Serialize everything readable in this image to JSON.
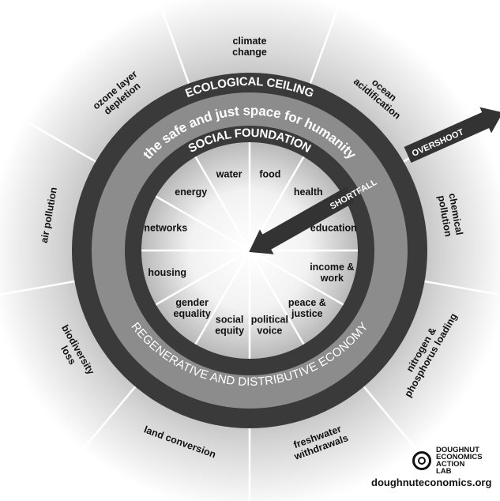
{
  "ecological_ceiling": "ECOLOGICAL CEILING",
  "safe_space": "the safe and just space for humanity",
  "social_foundation": "SOCIAL FOUNDATION",
  "economy": "REGENERATIVE AND DISTRIBUTIVE ECONOMY",
  "overshoot": "OVERSHOOT",
  "shortfall": "SHORTFALL",
  "ecological_boundaries": [
    [
      "climate",
      "change"
    ],
    [
      "ocean",
      "acidification"
    ],
    [
      "chemical",
      "pollution"
    ],
    [
      "nitrogen &",
      "phosphorus loading"
    ],
    [
      "freshwater",
      "withdrawals"
    ],
    [
      "land conversion"
    ],
    [
      "biodiversity",
      "loss"
    ],
    [
      "air pollution"
    ],
    [
      "ozone layer",
      "depletion"
    ]
  ],
  "social_dimensions": [
    [
      "food"
    ],
    [
      "health"
    ],
    [
      "education"
    ],
    [
      "income &",
      "work"
    ],
    [
      "peace &",
      "justice"
    ],
    [
      "political",
      "voice"
    ],
    [
      "social",
      "equity"
    ],
    [
      "gender",
      "equality"
    ],
    [
      "housing"
    ],
    [
      "networks"
    ],
    [
      "energy"
    ],
    [
      "water"
    ]
  ],
  "logo": {
    "text": "DOUGHNUT\nECONOMICS\nACTION\nLAB",
    "url": "doughnuteconomics.org"
  },
  "colors": {
    "dark_ring": "#3a3a3a",
    "middle_band": "#8c8c8c",
    "arrow": "#333333"
  }
}
